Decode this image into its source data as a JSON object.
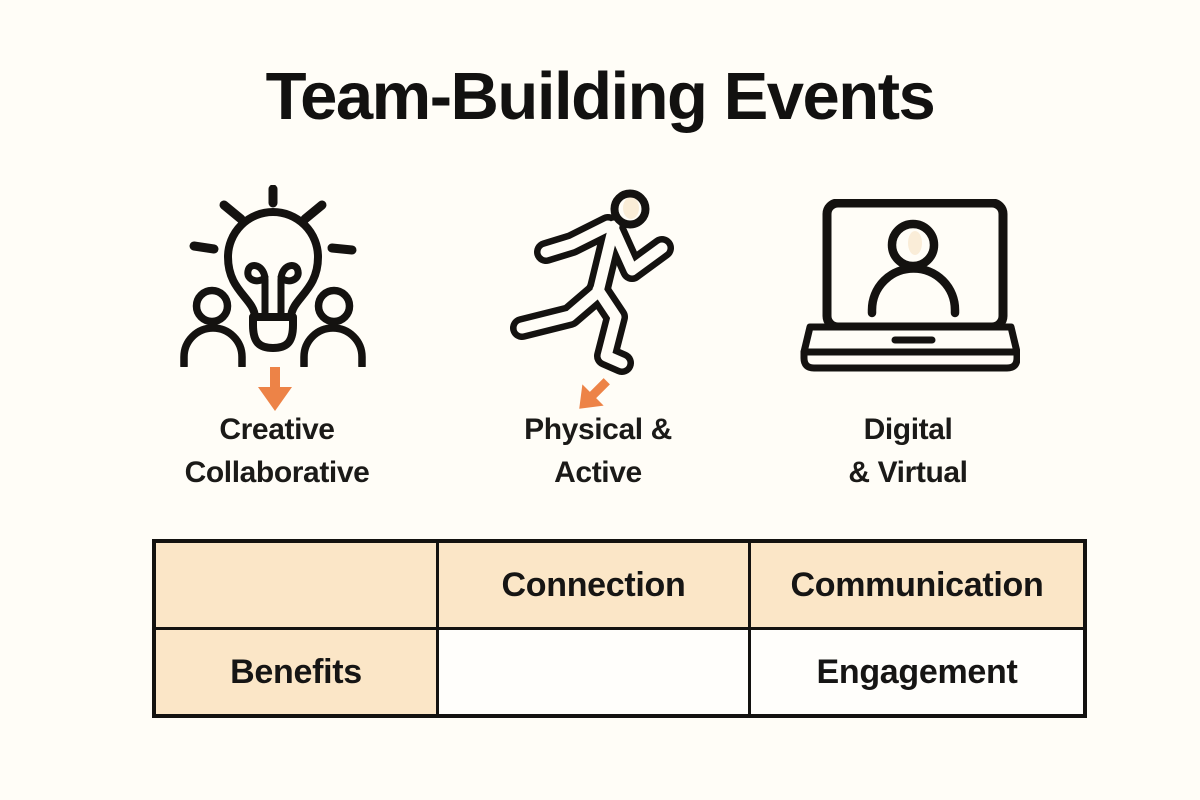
{
  "title": "Team-Building Events",
  "colors": {
    "background": "#FFFDF7",
    "highlight_cell": "#FBE6C7",
    "line_black": "#141210",
    "accent_orange": "#ED8347",
    "head_smudge_cream": "#FAEBD3"
  },
  "categories": [
    {
      "icon": "idea-collaboration-icon",
      "label_line1": "Creative",
      "label_line2": "Collaborative",
      "has_arrow": true,
      "arrow": "down-arrow"
    },
    {
      "icon": "runner-icon",
      "label_line1": "Physical &",
      "label_line2": "Active",
      "has_arrow": true,
      "arrow": "down-left-arrow"
    },
    {
      "icon": "laptop-video-call-icon",
      "label_line1": "Digital",
      "label_line2": "& Virtual",
      "has_arrow": false,
      "arrow": ""
    }
  ],
  "table": {
    "header_row": [
      "",
      "Connection",
      "Communication"
    ],
    "body_row": [
      "Benefits",
      "",
      "Engagement"
    ]
  }
}
